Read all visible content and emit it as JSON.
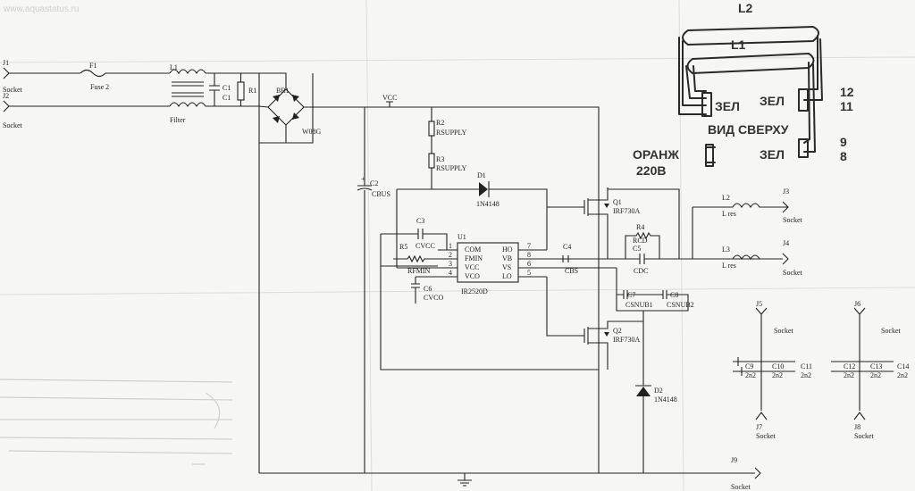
{
  "watermark": "www.aquastatus.ru",
  "components": {
    "J1": "J1",
    "J2": "J2",
    "socket": "Socket",
    "F1": "F1",
    "fuse2": "Fuse 2",
    "L1": "L1",
    "filter": "Filter",
    "C1": "C1",
    "C1b": "C1",
    "R1": "R1",
    "BR1": "BR1",
    "W08G": "W08G",
    "VCC": "VCC",
    "R2": "R2",
    "R3": "R3",
    "RSUPPLY": "RSUPPLY",
    "RSUPPLY2": "RSUPPLY",
    "C2": "C2",
    "CBUS": "CBUS",
    "D1": "D1",
    "N4148": "1N4148",
    "C3": "C3",
    "CVCC": "CVCC",
    "R5": "R5",
    "RFMIN": "RFMIN",
    "C6": "C6",
    "CVCO": "CVCO",
    "U1": "U1",
    "IR2520D": "IR2520D",
    "COM": "COM",
    "FMIN": "FMIN",
    "VCCp": "VCC",
    "VCO": "VCO",
    "HO": "HO",
    "VB": "VB",
    "VS": "VS",
    "LO": "LO",
    "p1": "1",
    "p2": "2",
    "p3": "3",
    "p4": "4",
    "p5": "5",
    "p6": "6",
    "p7": "7",
    "p8": "8",
    "C4": "C4",
    "CBS": "CBS",
    "Q1": "Q1",
    "IRF730A": "IRF730A",
    "Q2": "Q2",
    "IRF730Ab": "IRF730A",
    "R4": "R4",
    "RCD": "RCD",
    "C5": "C5",
    "CDC": "CDC",
    "C7": "C7",
    "CSNUB1": "CSNUB1",
    "C8": "C8",
    "CSNUB2": "CSNUB2",
    "D2": "D2",
    "N4148b": "1N4148",
    "L2": "L2",
    "Lres": "L res",
    "L3": "L3",
    "Lres2": "L res",
    "J3": "J3",
    "J4": "J4",
    "J5": "J5",
    "J6": "J6",
    "J7": "J7",
    "J8": "J8",
    "J9": "J9",
    "C9": "C9",
    "C10": "C10",
    "C11": "C11",
    "C12": "C12",
    "C13": "C13",
    "C14": "C14",
    "n2": "2n2"
  },
  "handwritten": {
    "L2": "L2",
    "L1": "L1",
    "zel1": "ЗЕЛ",
    "zel2": "ЗЕЛ",
    "zel3": "ЗЕЛ",
    "n12": "12",
    "n11": "11",
    "n9": "9",
    "n8": "8",
    "vid": "ВИД СВЕРХУ",
    "orange": "ОРАНЖ",
    "v220": "220В"
  }
}
